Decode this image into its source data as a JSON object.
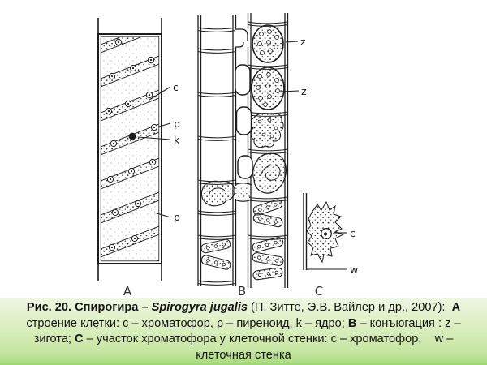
{
  "figure": {
    "panel_labels": {
      "a": "A",
      "b": "B",
      "c": "C"
    },
    "annotations": {
      "chromatophore": "c",
      "pyrenoid_upper": "p",
      "nucleus": "k",
      "pyrenoid_lower": "p",
      "zygote_upper": "z",
      "zygote_lower": "z",
      "chromatophore_c": "c",
      "cell_wall": "w"
    }
  },
  "caption": {
    "segments": [
      {
        "text": "Рис. 20. Спирогира – ",
        "bold": true
      },
      {
        "text": "Spirogyra jugalis",
        "bold": true,
        "italic": true
      },
      {
        "text": " (П. Зитте, Э.В. Вайлер и др., 2007):  "
      },
      {
        "text": "A",
        "bold": true
      },
      {
        "text": "\nстроение клетки: c – хроматофор, p – пиреноид, k – ядро; "
      },
      {
        "text": "B",
        "bold": true
      },
      {
        "text": " – конъюгация : z –\nзигота; "
      },
      {
        "text": "C",
        "bold": true
      },
      {
        "text": " – участок хроматофора у клеточной стенки: c – хроматофор,    w –\nклеточная стенка"
      }
    ]
  },
  "colors": {
    "ink": "#1c1c1c",
    "caption_band_top": "#eef7e3",
    "caption_band_bottom": "#9cd470"
  }
}
